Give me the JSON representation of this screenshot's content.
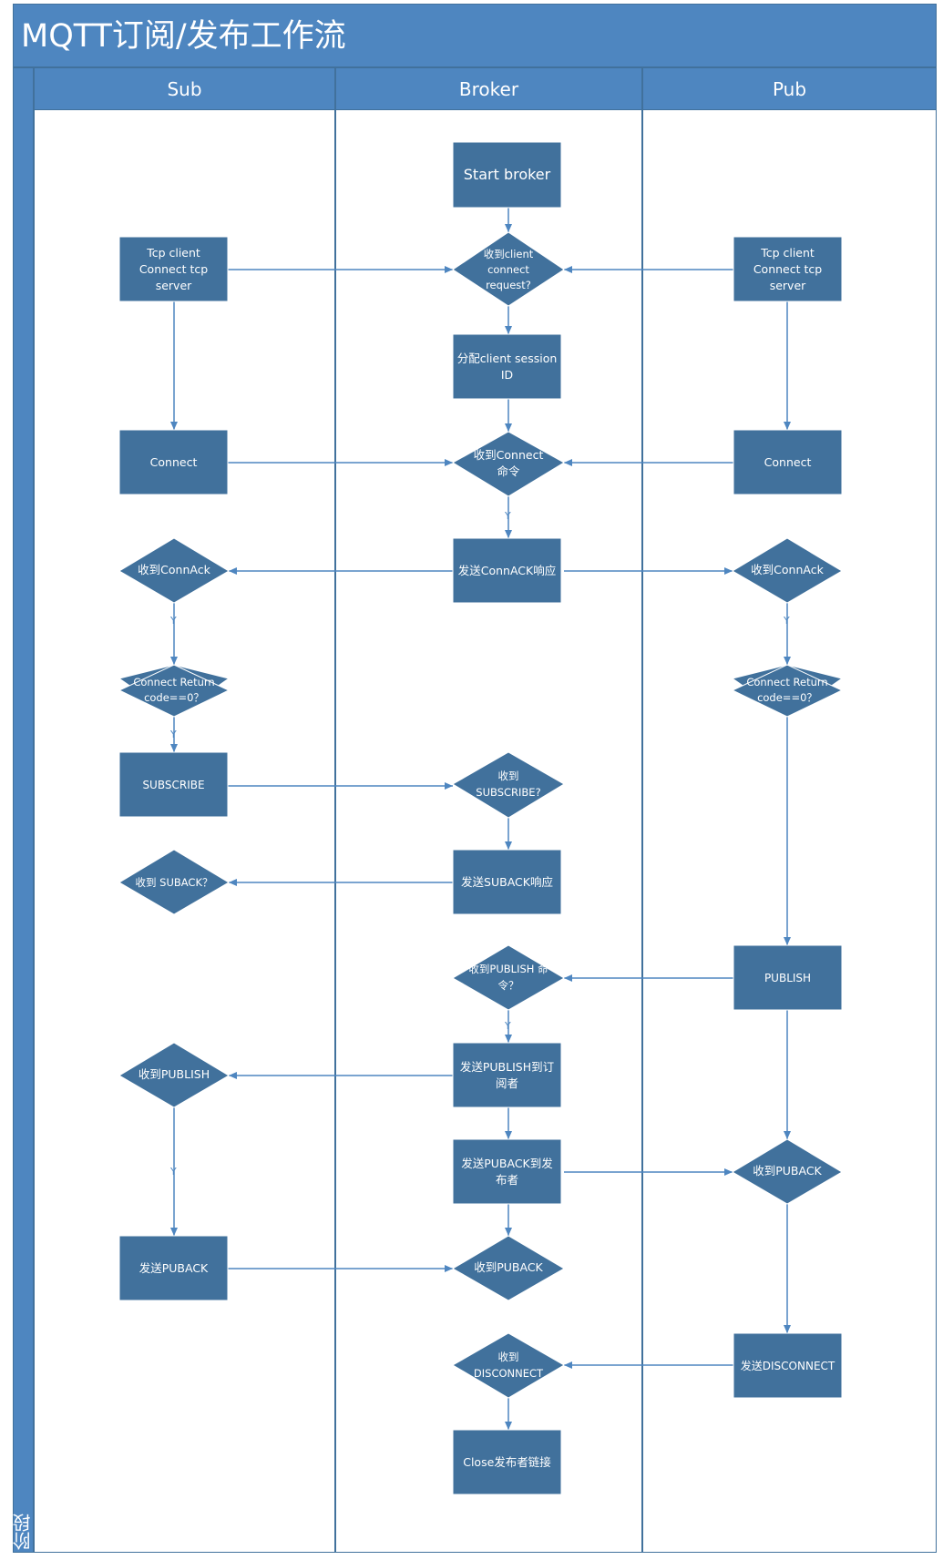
{
  "title": "MQTT订阅/发布工作流",
  "phase_label": "阶段",
  "lanes": {
    "sub": "Sub",
    "broker": "Broker",
    "pub": "Pub"
  },
  "nodes": {
    "start_broker": "Start broker",
    "recv_client_request": "收到client connect request?",
    "alloc_session": "分配client session ID",
    "recv_connect_cmd": "收到Connect 命令",
    "send_connack": "发送ConnACK响应",
    "recv_subscribe": "收到 SUBSCRIBE?",
    "send_suback": "发送SUBACK响应",
    "recv_publish_cmd": "收到PUBLISH 命令？",
    "send_publish_to_sub": "发送PUBLISH到订阅者",
    "send_puback_to_pub": "发送PUBACK到发布者",
    "broker_recv_puback": "收到PUBACK",
    "recv_disconnect": "收到 DISCONNECT",
    "close_pub_link": "Close发布者链接",
    "sub_tcp_client": "Tcp client Connect tcp server",
    "sub_connect": "Connect",
    "sub_recv_connack": "收到ConnAck",
    "sub_return_code": "Connect Return code==0？",
    "sub_subscribe": "SUBSCRIBE",
    "sub_recv_suback": "收到 SUBACK？",
    "sub_recv_publish": "收到PUBLISH",
    "sub_send_puback": "发送PUBACK",
    "pub_tcp_client": "Tcp client Connect tcp server",
    "pub_connect": "Connect",
    "pub_recv_connack": "收到ConnAck",
    "pub_return_code": "Connect Return code==0？",
    "pub_publish": "PUBLISH",
    "pub_recv_puback": "收到PUBACK",
    "pub_send_disconnect": "发送DISCONNECT"
  },
  "edge_labels": {
    "yes": "Y"
  },
  "colors": {
    "header": "#4e86c0",
    "shape_fill": "#41719c",
    "shape_fill_alt": "#3c6a9a",
    "line": "#4e86c0",
    "border": "#41719c"
  }
}
